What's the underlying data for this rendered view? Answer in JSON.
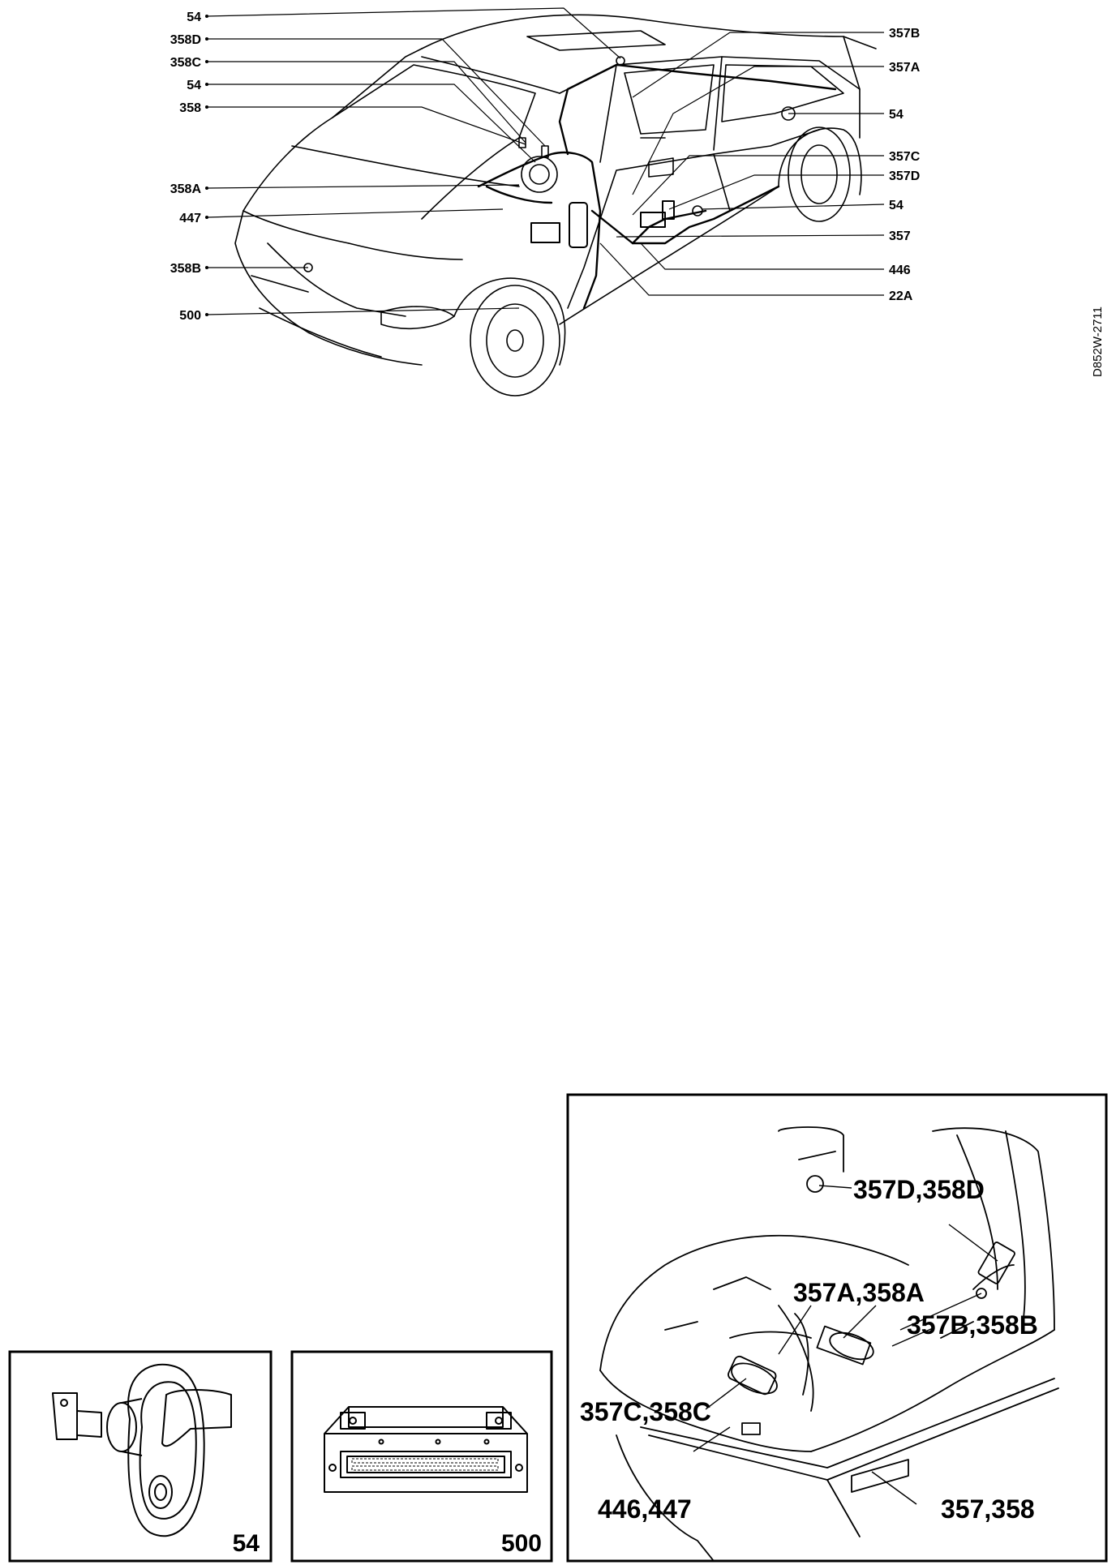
{
  "car_labels": {
    "l54a": "54",
    "l358d": "358D",
    "l358c": "358C",
    "l54b": "54",
    "l358": "358",
    "l358a": "358A",
    "l447": "447",
    "l358b": "358B",
    "l500": "500",
    "r357b": "357B",
    "r357a": "357A",
    "r54a": "54",
    "r357c": "357C",
    "r357d": "357D",
    "r54b": "54",
    "r357": "357",
    "r446": "446",
    "r22a": "22A"
  },
  "drawing_code": "D852W-2711",
  "insets": {
    "switch_label": "54",
    "module_label": "500"
  },
  "seat_labels": {
    "s357d358d": "357D,358D",
    "s357a358a": "357A,358A",
    "s357b358b": "357B,358B",
    "s357c358c": "357C,358C",
    "s446447": "446,447",
    "s357358": "357,358"
  }
}
